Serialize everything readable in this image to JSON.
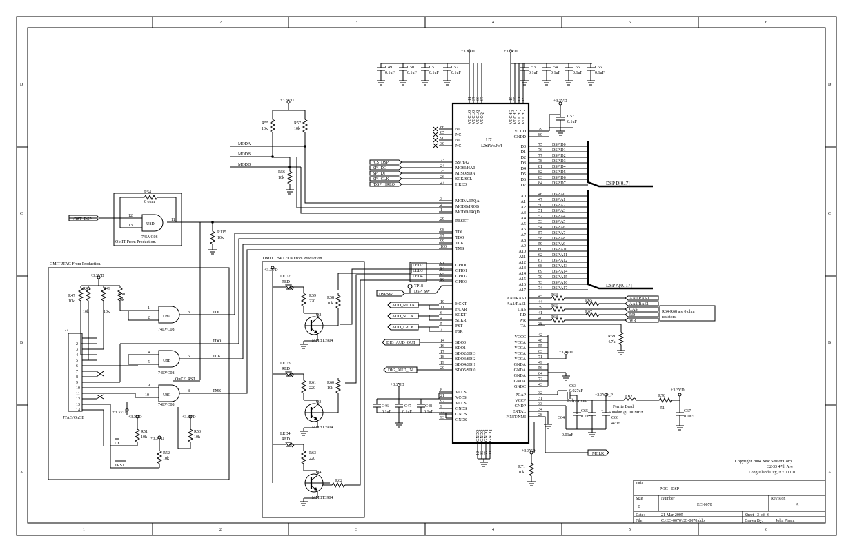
{
  "border": {
    "cols": [
      "1",
      "2",
      "3",
      "4",
      "5",
      "6"
    ],
    "rows": [
      "D",
      "C",
      "B",
      "A"
    ]
  },
  "power": {
    "v33": "+3.3VD",
    "v33p": "+3.3VD_P"
  },
  "caps": {
    "c49": "C49",
    "c50": "C50",
    "c51": "C51",
    "c52": "C52",
    "c53": "C53",
    "c54": "C54",
    "c55": "C55",
    "c56": "C56",
    "c57": "C57",
    "c46": "C46",
    "c47": "C47",
    "c48": "C48",
    "c63": "C63",
    "c64": "C64",
    "c65": "C65",
    "c66": "C66",
    "c67": "C67",
    "v01": "0.1uF",
    "v001": "0.01uF",
    "v0027": "0.027uF",
    "v47": "47uF",
    "polystyrene": "Polystyrene"
  },
  "u7": {
    "ref": "U7",
    "part": "DSP56364",
    "top_pins_a": [
      "VCCLQ",
      "VCCLQ",
      "VCCLQ",
      "VCCQ"
    ],
    "top_nums_a": [
      "11",
      "37",
      "66",
      "87"
    ],
    "top_pins_b": [
      "VCCHQ",
      "VCCHQ",
      "VCCHQ",
      "VCCHQ"
    ],
    "top_nums_b": [
      "15",
      "35",
      "61",
      "89"
    ],
    "bot_pins": [
      "GNDQ",
      "GNDQ",
      "GNDQ",
      "GNDQ"
    ],
    "bot_nums": [
      "12",
      "36",
      "65",
      "88"
    ],
    "left_pins": [
      {
        "num": "86",
        "name": "NC"
      },
      {
        "num": "85",
        "name": "NC"
      },
      {
        "num": "90",
        "name": "NC"
      },
      {
        "num": "30",
        "name": "NC"
      },
      {
        "num": "23",
        "name": "SS/HA2"
      },
      {
        "num": "24",
        "name": "MOSI/HA0"
      },
      {
        "num": "25",
        "name": "MISO/SDA"
      },
      {
        "num": "26",
        "name": "SCK/SCL"
      },
      {
        "num": "27",
        "name": "HREQ"
      },
      {
        "num": "3",
        "name": "MODA/IRQA"
      },
      {
        "num": "2",
        "name": "MODB/IRQB"
      },
      {
        "num": "1",
        "name": "MODD/IRQD"
      },
      {
        "num": "29",
        "name": "RESET"
      },
      {
        "num": "98",
        "name": "TDI"
      },
      {
        "num": "97",
        "name": "TDO"
      },
      {
        "num": "99",
        "name": "TCK"
      },
      {
        "num": "100",
        "name": "TMS"
      },
      {
        "num": "91",
        "name": "GPIO0"
      },
      {
        "num": "94",
        "name": "GPIO1"
      },
      {
        "num": "95",
        "name": "GPIO2"
      },
      {
        "num": "96",
        "name": "GPIO3"
      },
      {
        "num": "10",
        "name": "HCKT"
      },
      {
        "num": "11",
        "name": "HCKR"
      },
      {
        "num": "6",
        "name": "SCKT"
      },
      {
        "num": "4",
        "name": "SCKR"
      },
      {
        "num": "5",
        "name": "FST"
      },
      {
        "num": "7",
        "name": "FSR"
      },
      {
        "num": "14",
        "name": "SDO0"
      },
      {
        "num": "16",
        "name": "SDO1"
      },
      {
        "num": "17",
        "name": "SDO2/SDI3"
      },
      {
        "num": "18",
        "name": "SDO3/SDI2"
      },
      {
        "num": "19",
        "name": "SDO4/SDI1"
      },
      {
        "num": "20",
        "name": "SDO5/SDI0"
      },
      {
        "num": "8",
        "name": "VCCS"
      },
      {
        "num": "21",
        "name": "VCCS"
      },
      {
        "num": "92",
        "name": "VCCS"
      },
      {
        "num": "9",
        "name": "GNDS"
      },
      {
        "num": "22",
        "name": "GNDS"
      },
      {
        "num": "93",
        "name": "GNDS"
      }
    ],
    "right_pins_top": [
      {
        "num": "79",
        "name": "VCCD"
      },
      {
        "num": "80",
        "name": "GNDD"
      }
    ],
    "data_pins": [
      {
        "num": "75",
        "name": "D0",
        "net": "DSP D0"
      },
      {
        "num": "76",
        "name": "D1",
        "net": "DSP D1"
      },
      {
        "num": "77",
        "name": "D2",
        "net": "DSP D2"
      },
      {
        "num": "78",
        "name": "D3",
        "net": "DSP D3"
      },
      {
        "num": "81",
        "name": "D4",
        "net": "DSP D4"
      },
      {
        "num": "82",
        "name": "D5",
        "net": "DSP D5"
      },
      {
        "num": "83",
        "name": "D6",
        "net": "DSP D6"
      },
      {
        "num": "84",
        "name": "D7",
        "net": "DSP D7"
      }
    ],
    "addr_pins": [
      {
        "num": "46",
        "name": "A0",
        "net": "DSP A0"
      },
      {
        "num": "47",
        "name": "A1",
        "net": "DSP A1"
      },
      {
        "num": "50",
        "name": "A2",
        "net": "DSP A2"
      },
      {
        "num": "51",
        "name": "A3",
        "net": "DSP A3"
      },
      {
        "num": "52",
        "name": "A4",
        "net": "DSP A4"
      },
      {
        "num": "53",
        "name": "A5",
        "net": "DSP A5"
      },
      {
        "num": "54",
        "name": "A6",
        "net": "DSP A6"
      },
      {
        "num": "57",
        "name": "A7",
        "net": "DSP A7"
      },
      {
        "num": "58",
        "name": "A8",
        "net": "DSP A8"
      },
      {
        "num": "59",
        "name": "A9",
        "net": "DSP A9"
      },
      {
        "num": "60",
        "name": "A10",
        "net": "DSP A10"
      },
      {
        "num": "62",
        "name": "A11",
        "net": "DSP A11"
      },
      {
        "num": "67",
        "name": "A12",
        "net": "DSP A12"
      },
      {
        "num": "68",
        "name": "A13",
        "net": "DSP A13"
      },
      {
        "num": "69",
        "name": "A14",
        "net": "DSP A14"
      },
      {
        "num": "70",
        "name": "A15",
        "net": "DSP A15"
      },
      {
        "num": "73",
        "name": "A16",
        "net": "DSP A16"
      },
      {
        "num": "74",
        "name": "A17",
        "net": "DSP A17"
      }
    ],
    "ctrl_pins": [
      {
        "num": "45",
        "name": "AA0/RAS0"
      },
      {
        "num": "44",
        "name": "AA1/RAS1"
      },
      {
        "num": "39",
        "name": "CAS"
      },
      {
        "num": "41",
        "name": "RD"
      },
      {
        "num": "40",
        "name": "WR"
      },
      {
        "num": "38",
        "name": "TA"
      }
    ],
    "vcc_pins": [
      {
        "num": "42",
        "name": "VCCC"
      },
      {
        "num": "48",
        "name": "VCCA"
      },
      {
        "num": "55",
        "name": "VCCA"
      },
      {
        "num": "63",
        "name": "VCCA"
      },
      {
        "num": "71",
        "name": "VCCA"
      },
      {
        "num": "49",
        "name": "GNDA"
      },
      {
        "num": "56",
        "name": "GNDA"
      },
      {
        "num": "64",
        "name": "GNDA"
      },
      {
        "num": "72",
        "name": "GNDA"
      },
      {
        "num": "43",
        "name": "GNDC"
      }
    ],
    "pll_pins": [
      {
        "num": "32",
        "name": "PCAP"
      },
      {
        "num": "31",
        "name": "VCCP"
      },
      {
        "num": "33",
        "name": "GNDP"
      },
      {
        "num": "34",
        "name": "EXTAL"
      },
      {
        "num": "28",
        "name": "PINIT/NMI"
      }
    ]
  },
  "buses": {
    "data": "DSP D[0..7]",
    "addr": "DSP A[0..17]"
  },
  "nets": {
    "moda": "MODA",
    "modb": "MODB",
    "modd": "MODD",
    "rst_dsp": "/RST_DSP",
    "cs_dsp": "/CS_DSP",
    "spi_do": "SPI_DO",
    "spi_di": "SPI_DI",
    "spi_clk": "SPI_CLK",
    "dsp_hreq": "/DSP_HREQ",
    "tdi": "TDI",
    "tdo": "TDO",
    "tck": "TCK",
    "tms": "TMS",
    "led2": "LED2",
    "led3": "LED3",
    "led4": "LED4",
    "dspsw": "DSPSW",
    "tp18": "TP18",
    "dsp_sw": "DSP_SW",
    "aud_mclk": "AUD_MCLK",
    "aud_sclk": "AUD_SCLK",
    "aud_lrck": "AUD_LRCK",
    "dig_aud_out": "DIG_AUD_OUT",
    "dig_aud_in": "DIG_AUD_IN",
    "aa0": "AA0/RAS0",
    "aa1": "AA1/RAS1",
    "cas": "CAS",
    "rd": "RD",
    "wr": "WR",
    "mclk": "MCLK",
    "once_rst": "OnCE_RST",
    "de": "DE",
    "trst": "TRST"
  },
  "resistors": {
    "r55": "R55",
    "r57": "R57",
    "r56": "R56",
    "r54": "R54",
    "r115": "R115",
    "r47": "R47",
    "r48": "R48",
    "r49": "R49",
    "r50": "R50",
    "r51": "R51",
    "r52": "R52",
    "r53": "R53",
    "r58": "R58",
    "r59": "R59",
    "r60": "R60",
    "r61": "R61",
    "r62": "R62",
    "r63": "R63",
    "r64": "R64",
    "r65": "R65",
    "r66": "R66",
    "r67": "R67",
    "r68": "R68",
    "r69": "R69",
    "r70": "R70",
    "r71": "R71",
    "v10k": "10k",
    "v0ohm": "0 ohm",
    "v220": "220",
    "v47k": "4.7k",
    "v51": "51"
  },
  "gates": {
    "u8a": "U8A",
    "u8b": "U8B",
    "u8c": "U8C",
    "u8d": "U8D",
    "part": "74LVC08"
  },
  "transistors": {
    "q2": "Q2",
    "q3": "Q3",
    "q4": "Q4",
    "part": "MMBT3904"
  },
  "leds": {
    "led2": "LED2",
    "led3": "LED3",
    "led4": "LED4",
    "color": "RED"
  },
  "connector": {
    "ref": "J7",
    "name": "JTAG/OnCE",
    "pins": [
      "1",
      "2",
      "3",
      "4",
      "5",
      "6",
      "7",
      "8",
      "9",
      "10",
      "11",
      "12",
      "13",
      "14"
    ]
  },
  "ferrite": {
    "ref": "FB2",
    "name": "Ferrite Bead",
    "spec": "600ohm @ 100MHz"
  },
  "notes": {
    "omit_prod": "OMIT From Production.",
    "omit_jtag": "OMIT JTAG From Production.",
    "omit_leds": "OMIT DSP LEDs From Production.",
    "r64_note_1": "R64-R68 are 0 ohm",
    "r64_note_2": "resistors."
  },
  "copyright": {
    "line1": "Copyright 2004  New Sensor Corp.",
    "line2": "32-33 47th Ave",
    "line3": "Long Island City, NY 11101"
  },
  "title_block": {
    "title_label": "Title",
    "title": "POG - DSP",
    "size_label": "Size",
    "size": "B",
    "number_label": "Number",
    "number": "EC-0070",
    "revision_label": "Revision",
    "revision": "A",
    "date_label": "Date:",
    "date": "21-Mar-2005",
    "sheet_label": "Sheet",
    "sheet": "3",
    "sheet_of": "of",
    "sheet_total": "6",
    "file_label": "File:",
    "file": "C:\\EC-0070\\EC-0070.ddb",
    "drawn_label": "Drawn By:",
    "drawn": "John Pisani"
  }
}
